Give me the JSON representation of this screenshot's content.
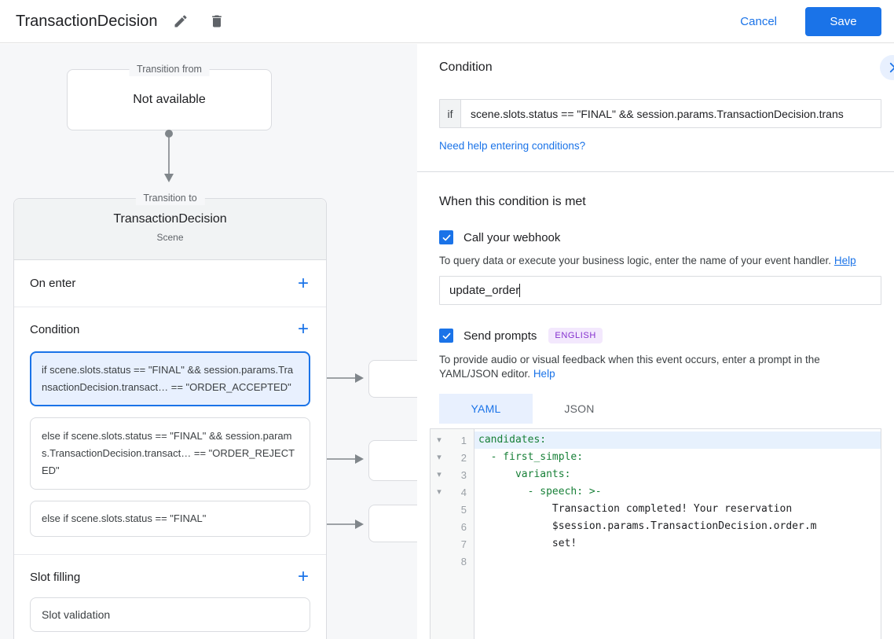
{
  "header": {
    "title": "TransactionDecision",
    "cancel_label": "Cancel",
    "save_label": "Save"
  },
  "colors": {
    "accent_blue": "#1a73e8",
    "selected_bg": "#e8f0fe",
    "badge_purple": "#8430ce",
    "code_green": "#188038"
  },
  "diagram": {
    "transition_from": {
      "label": "Transition from",
      "content": "Not available"
    },
    "scene_card": {
      "label": "Transition to",
      "title": "TransactionDecision",
      "subtitle": "Scene",
      "on_enter_label": "On enter",
      "condition_label": "Condition",
      "conditions": [
        "if scene.slots.status == \"FINAL\" && session.params.TransactionDecision.transact… == \"ORDER_ACCEPTED\"",
        "else if scene.slots.status == \"FINAL\" && session.params.TransactionDecision.transact… == \"ORDER_REJECTED\"",
        "else if scene.slots.status == \"FINAL\""
      ],
      "slot_filling_label": "Slot filling",
      "slot_item": "Slot validation"
    }
  },
  "panel": {
    "condition_title": "Condition",
    "if_label": "if",
    "if_value": "scene.slots.status == \"FINAL\" && session.params.TransactionDecision.trans",
    "conditions_help_link": "Need help entering conditions?",
    "when_met_title": "When this condition is met",
    "webhook": {
      "label": "Call your webhook",
      "checked": true,
      "description": "To query data or execute your business logic, enter the name of your event handler.",
      "help_label": "Help",
      "handler_value": "update_order"
    },
    "prompts": {
      "label": "Send prompts",
      "checked": true,
      "badge": "ENGLISH",
      "description": "To provide audio or visual feedback when this event occurs, enter a prompt in the YAML/JSON editor.",
      "help_label": "Help"
    },
    "tabs": {
      "yaml": "YAML",
      "json": "JSON"
    },
    "editor": {
      "lines": [
        {
          "num": 1,
          "fold": true,
          "highlight": true,
          "type": "key",
          "text": "candidates:"
        },
        {
          "num": 2,
          "fold": true,
          "highlight": false,
          "type": "key",
          "text": "  - first_simple:"
        },
        {
          "num": 3,
          "fold": true,
          "highlight": false,
          "type": "key",
          "text": "      variants:"
        },
        {
          "num": 4,
          "fold": true,
          "highlight": false,
          "type": "key",
          "text": "        - speech: >-"
        },
        {
          "num": 5,
          "fold": false,
          "highlight": false,
          "type": "plain",
          "text": "            Transaction completed! Your reservation"
        },
        {
          "num": 6,
          "fold": false,
          "highlight": false,
          "type": "plain",
          "text": "            $session.params.TransactionDecision.order.m"
        },
        {
          "num": 7,
          "fold": false,
          "highlight": false,
          "type": "plain",
          "text": "            set!"
        },
        {
          "num": 8,
          "fold": false,
          "highlight": false,
          "type": "plain",
          "text": ""
        }
      ]
    }
  }
}
